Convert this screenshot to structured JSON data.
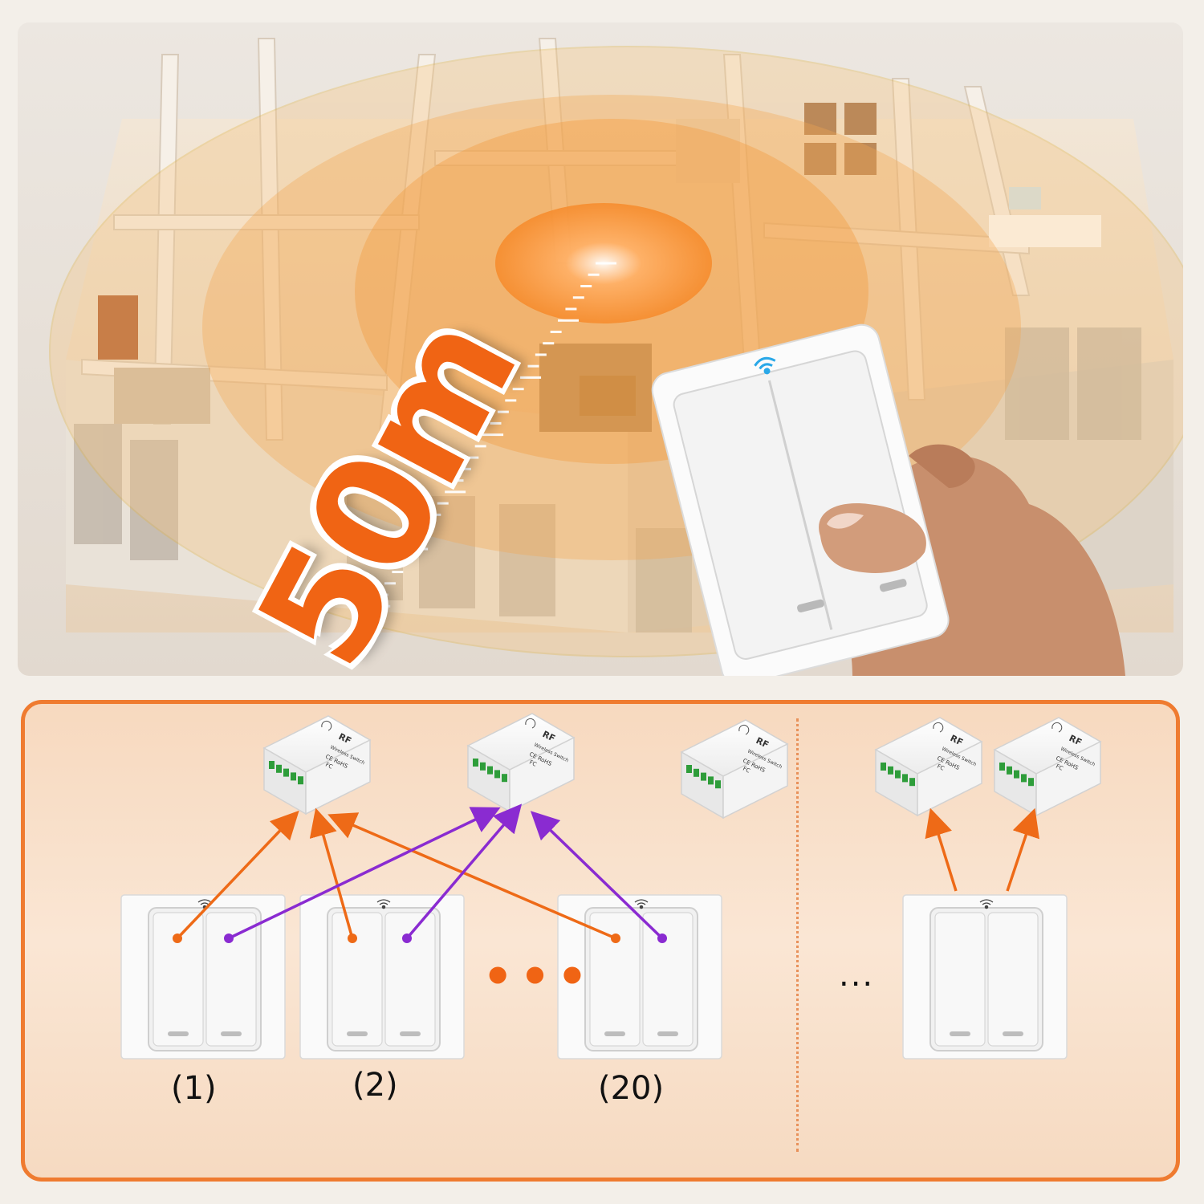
{
  "scene": {
    "range_label": "50m"
  },
  "remote": {
    "icon": "wifi-icon"
  },
  "modules": {
    "brand_text": "RF",
    "sub_text": "Wireless Switch",
    "cert_text": "CE RoHS",
    "fc_text": "FC"
  },
  "diagram": {
    "labels": [
      "(1)",
      "(2)",
      "(20)"
    ],
    "ellipsis_group": "•••",
    "ellipsis_single": "...",
    "colors": {
      "orange": "#ee6a17",
      "purple": "#8a2bd1",
      "frame": "#ef7b30"
    }
  }
}
